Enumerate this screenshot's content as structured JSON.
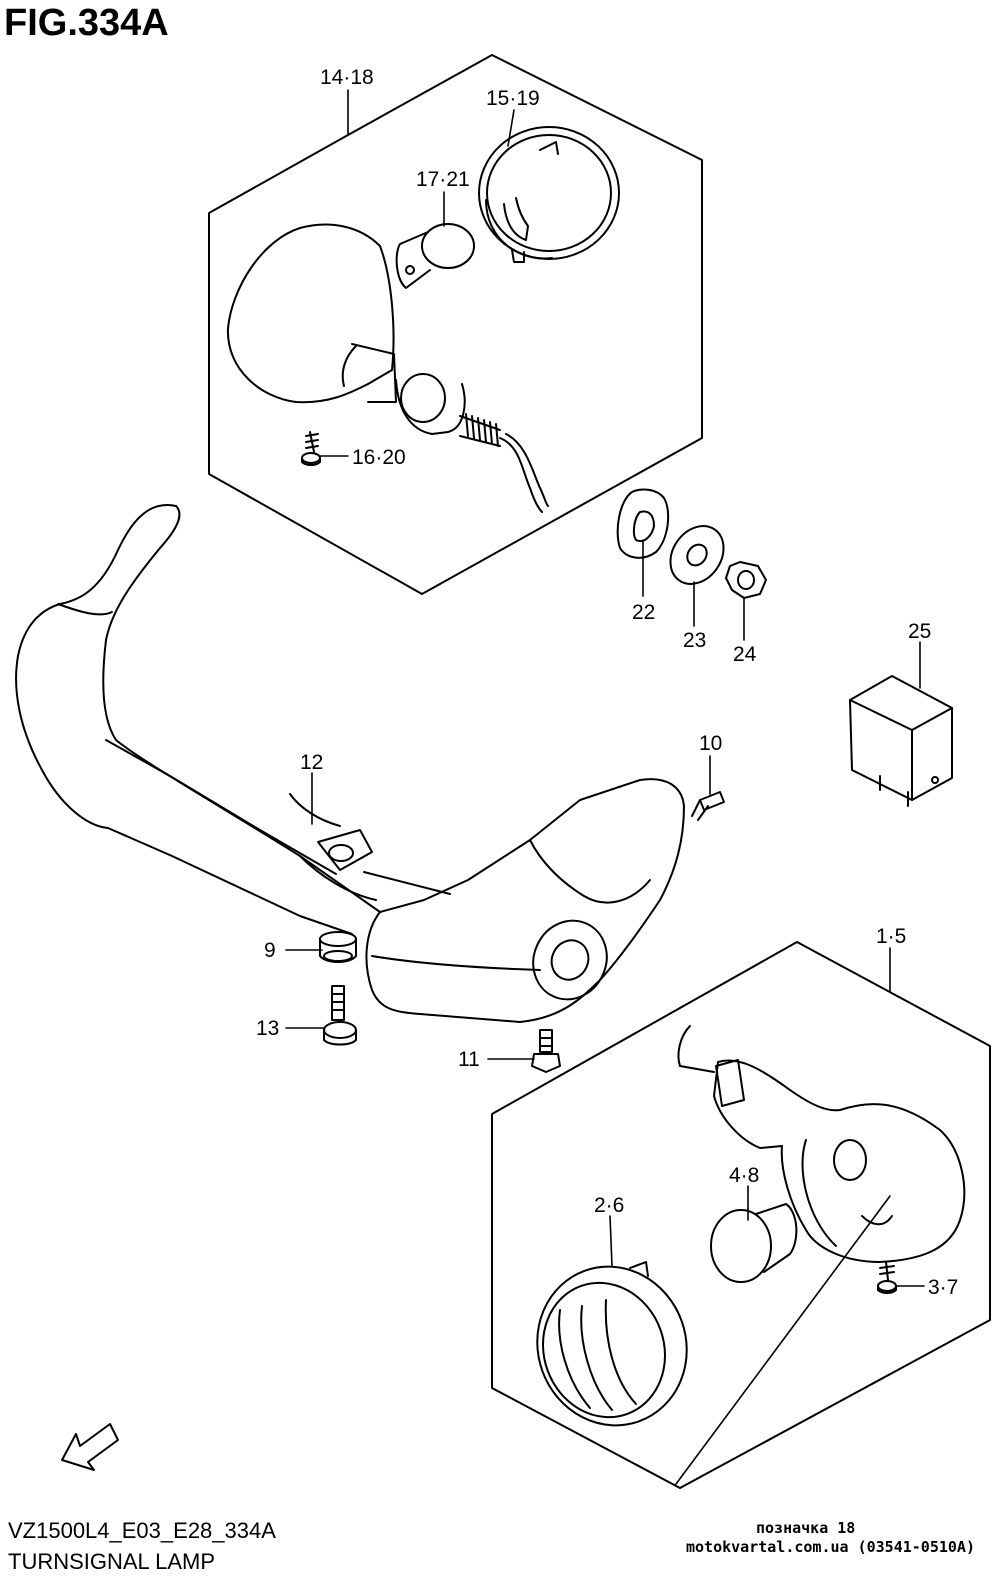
{
  "figure": {
    "title": "FIG.334A",
    "code": "VZ1500L4_E03_E28_334A",
    "name": "TURNSIGNAL LAMP"
  },
  "watermark": {
    "line1": "позначка 18",
    "line2": "motokvartal.com.ua (03541-0510A)"
  },
  "fwd_arrow": {
    "label": "FWD"
  },
  "callouts": {
    "c_14_18": "14·18",
    "c_15_19": "15·19",
    "c_17_21": "17·21",
    "c_16_20": "16·20",
    "c_22": "22",
    "c_23": "23",
    "c_24": "24",
    "c_25": "25",
    "c_12": "12",
    "c_10": "10",
    "c_9": "9",
    "c_13": "13",
    "c_11": "11",
    "c_1_5": "1·5",
    "c_4_8": "4·8",
    "c_2_6": "2·6",
    "c_3_7": "3·7"
  }
}
